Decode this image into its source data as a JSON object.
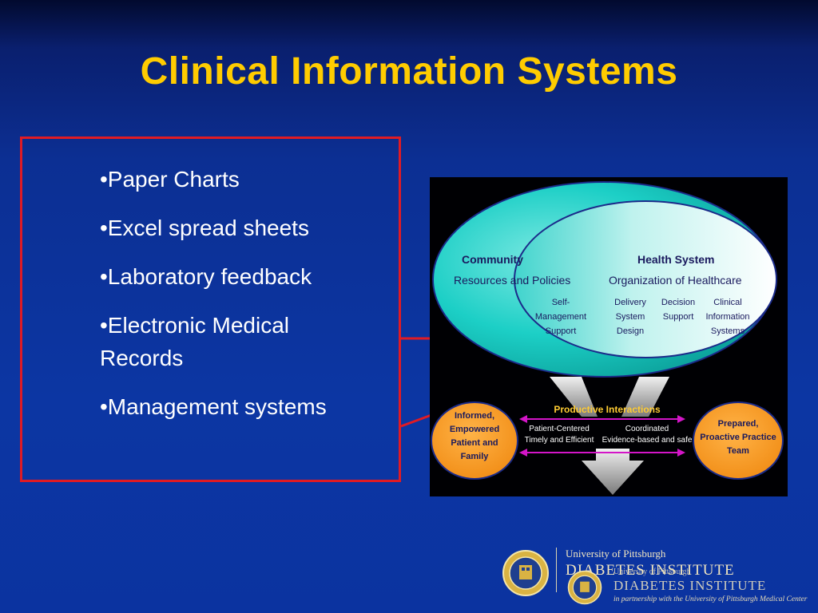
{
  "slide": {
    "title": "Clinical Information Systems",
    "bullets": [
      "•Paper Charts",
      "•Excel spread sheets",
      "•Laboratory feedback",
      "•Electronic Medical Records",
      "•Management systems"
    ]
  },
  "model": {
    "community": "Community",
    "community_sub": "Resources and Policies",
    "health_system": "Health System",
    "health_system_sub": "Organization of Healthcare",
    "components": [
      [
        "Self-",
        "Management",
        "Support"
      ],
      [
        "Delivery",
        "System",
        "Design"
      ],
      [
        "Decision",
        "Support"
      ],
      [
        "Clinical",
        "Information",
        "Systems"
      ]
    ],
    "interactions_label": "Productive Interactions",
    "interaction_left": [
      "Patient-Centered",
      "Timely and Efficient"
    ],
    "interaction_right": [
      "Coordinated",
      "Evidence-based and safe"
    ],
    "patient": [
      "Informed,",
      "Empowered",
      "Patient and",
      "Family"
    ],
    "team": [
      "Prepared,",
      "Proactive Practice",
      "Team"
    ]
  },
  "logo": {
    "university": "University of Pittsburgh",
    "institute": "DIABETES INSTITUTE",
    "partner": "in partnership with the University of Pittsburgh Medical Center"
  },
  "colors": {
    "title": "#ffcc00",
    "box_border": "#e01b24",
    "ellipse_teal": "#12c6c0",
    "oval_orange": "#f7941d",
    "arrow_magenta": "#d415c8"
  }
}
